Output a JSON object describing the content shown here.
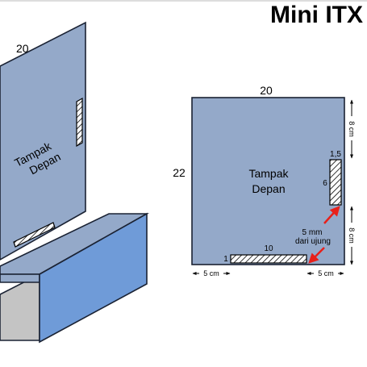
{
  "title": "Mini ITX",
  "iso_view": {
    "width_label": "20",
    "panel_label_line1": "Tampak",
    "panel_label_line2": "Depan"
  },
  "front_view": {
    "width_label": "20",
    "height_label": "22",
    "panel_label_line1": "Tampak",
    "panel_label_line2": "Depan",
    "vertical_slot": {
      "width_label": "1,5",
      "height_label": "6"
    },
    "horizontal_slot": {
      "height_label": "1",
      "width_label": "10"
    },
    "offset_note_line1": "5 mm",
    "offset_note_line2": "dari ujung",
    "dim_top_right": "8 cm",
    "dim_bottom_right": "8 cm",
    "dim_bottom_left": "5 cm",
    "dim_bottom_right_h": "5 cm"
  },
  "colors": {
    "panel": "#94a9c9",
    "box_side": "#6f9bd8",
    "box_inner": "#c4c4c4",
    "arrow": "#e8201a"
  }
}
